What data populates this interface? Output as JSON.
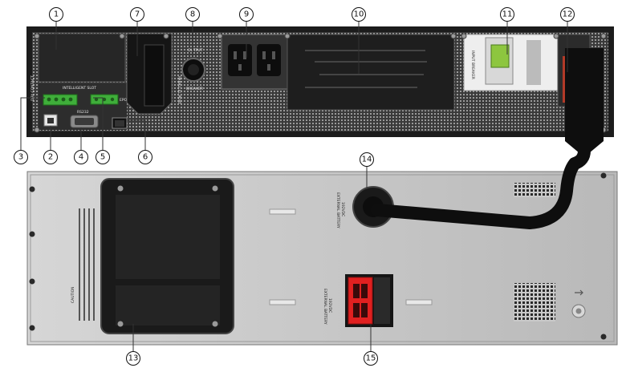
{
  "callouts": [
    {
      "id": "c1",
      "number": "1"
    },
    {
      "id": "c2",
      "number": "2"
    },
    {
      "id": "c3",
      "number": "3"
    },
    {
      "id": "c4",
      "number": "4"
    },
    {
      "id": "c5",
      "number": "5"
    },
    {
      "id": "c6",
      "number": "6"
    },
    {
      "id": "c7",
      "number": "7"
    },
    {
      "id": "c8",
      "number": "8"
    },
    {
      "id": "c9",
      "number": "9"
    },
    {
      "id": "c10",
      "number": "10"
    },
    {
      "id": "c11",
      "number": "11"
    },
    {
      "id": "c12",
      "number": "12"
    },
    {
      "id": "c13",
      "number": "13"
    },
    {
      "id": "c14",
      "number": "14"
    },
    {
      "id": "c15",
      "number": "15"
    }
  ],
  "labels": {
    "intelligent_slot": "INTELLIGENT SLOT",
    "rs232": "RS232",
    "output": "OUTPUT",
    "breaker": "BREAKER",
    "parallel_port": "PARALLEL PORT",
    "input_breaker": "INPUT BREAKER",
    "epo": "EPO",
    "dry_contact": "DRY CONTACT",
    "ext_battery_top": "EXTERNAL BATTERY",
    "ext_battery_top_v": "192VDC",
    "ext_battery_bottom": "EXTERNAL BATTERY",
    "ext_battery_bottom_v": "192VDC",
    "caution": "CAUTION"
  },
  "colors": {
    "ups_body": "#2a2a2a",
    "battery_body": "#c9c9c9",
    "connector_green": "#3fae3a",
    "breaker_green": "#8dc63f",
    "anderson_red": "#e02020",
    "cable": "#111111"
  }
}
